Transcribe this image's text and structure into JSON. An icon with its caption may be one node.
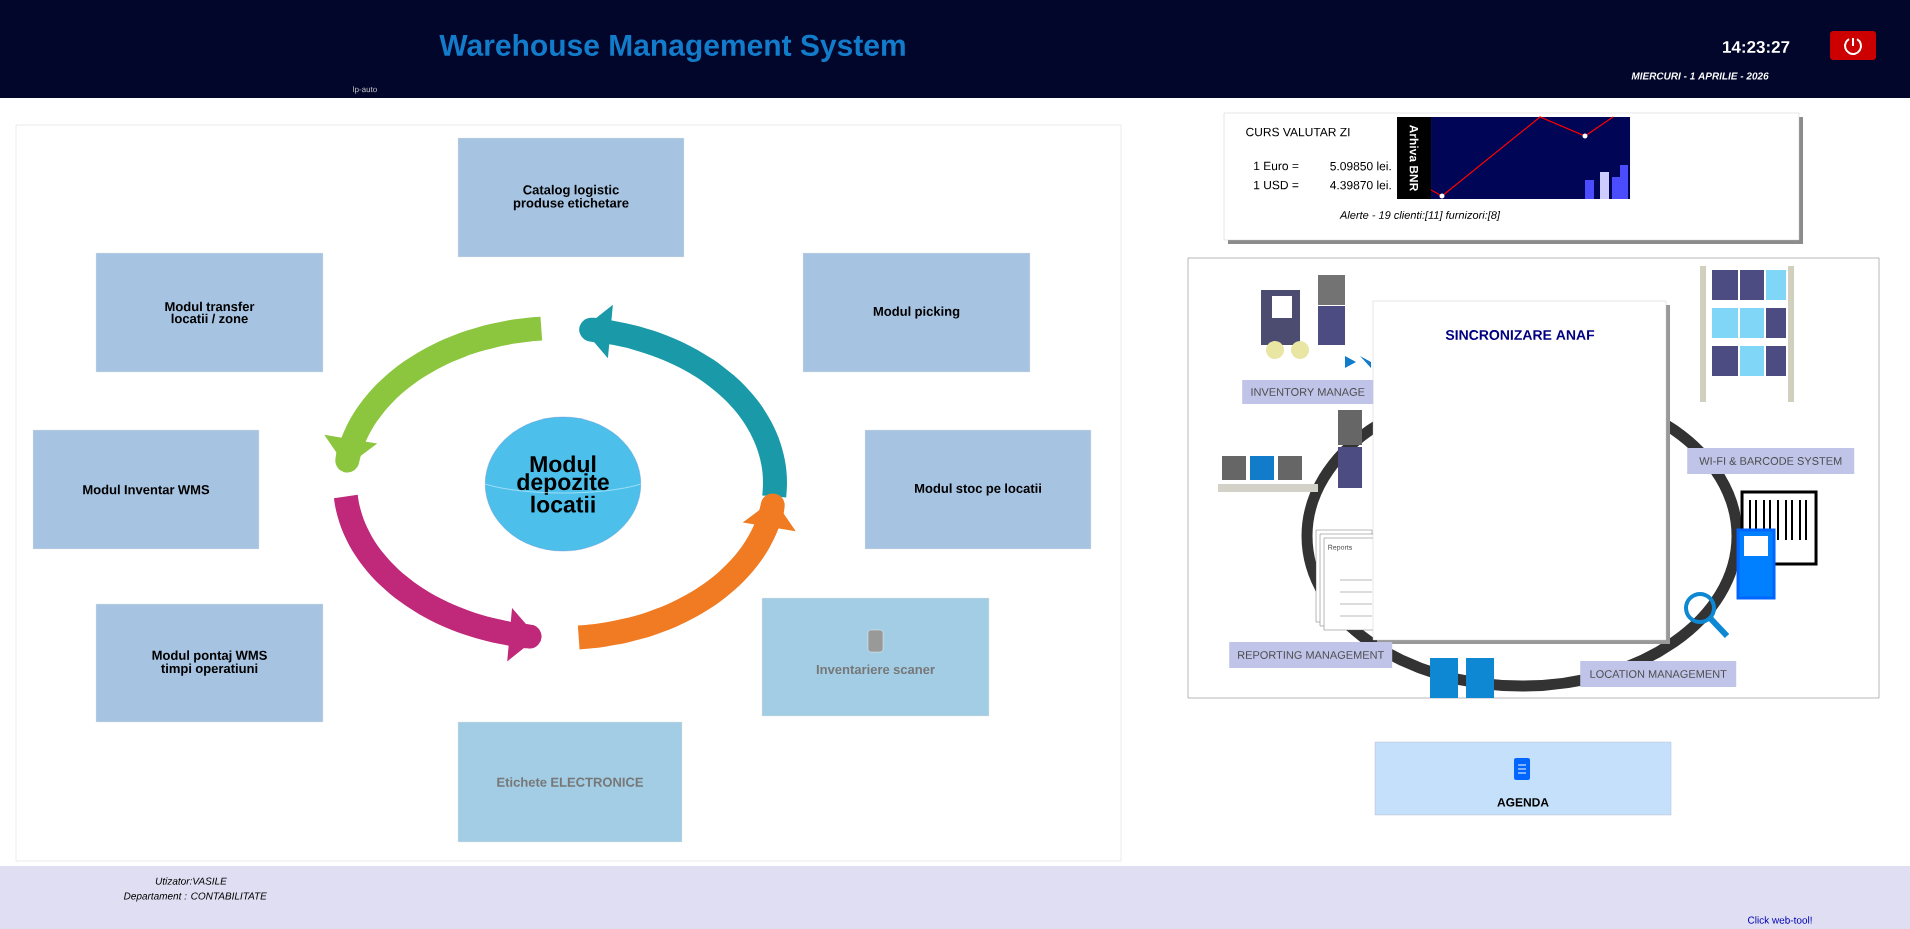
{
  "diagram": {
    "title": "Warehouse Management System",
    "nodes": [
      {
        "text": [
          "Catalog logistic produse etichetare"
        ]
      },
      {
        "text": [
          "Modul transfer locatii / zone"
        ]
      },
      {
        "text": [
          "Modul picking"
        ]
      },
      {
        "text": [
          "Modul Inventar WMS"
        ]
      },
      {
        "text": [
          "Modul depozite locatii"
        ]
      },
      {
        "text": [
          "Modul stoc pe locatii"
        ]
      },
      {
        "text": [
          "Modul pontaj WMS timpi operatiuni"
        ]
      },
      {
        "text": [
          "Inventariere scaner"
        ]
      },
      {
        "text": [
          "Etichete ELECTRONICE"
        ]
      },
      {
        "text": [
          "AGENDA"
        ]
      }
    ],
    "labels": [
      "lp-auto",
      "14:23:27",
      "MIERCURI -  1 APRILIE   - 2026",
      "CURS VALUTAR ZI",
      "1 Euro =",
      "5.09850 lei.",
      "1 USD =",
      "4.39870 lei.",
      "Arhiva BNR",
      "Alerte - 19   clienti:[11]  furnizori:[8]",
      "SINCRONIZARE  ANAF",
      "INVENTORY MANAGE",
      "WI-FI & BARCODE SYSTEM",
      "Reports",
      "REPORTING MANAGEMENT",
      "LOCATION MANAGEMENT",
      "Utizator:VASILE",
      "Departament :  CONTABILITATE",
      "Click web-tool!"
    ]
  }
}
